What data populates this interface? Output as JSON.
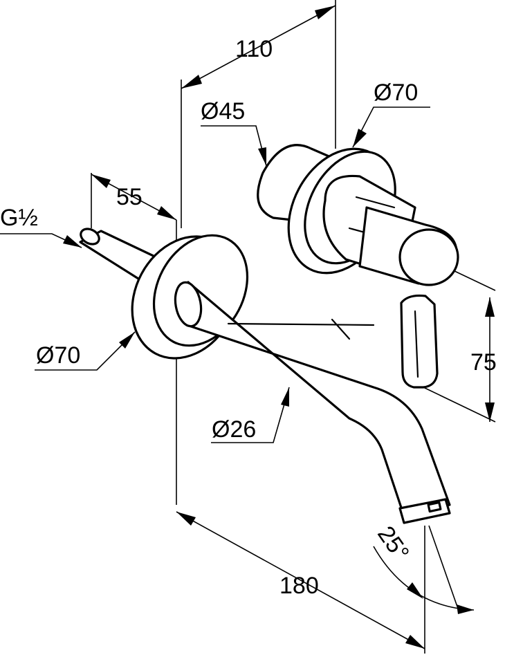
{
  "colors": {
    "line": "#000000",
    "background": "#ffffff"
  },
  "dimensions": {
    "overall_depth": "110",
    "body_diameter": "Ø45",
    "handle_rosette_diameter": "Ø70",
    "wall_depth": "55",
    "thread": "G½",
    "spout_rosette_diameter": "Ø70",
    "spout_diameter": "Ø26",
    "lever_height": "75",
    "projection": "180",
    "angle": "25°"
  }
}
